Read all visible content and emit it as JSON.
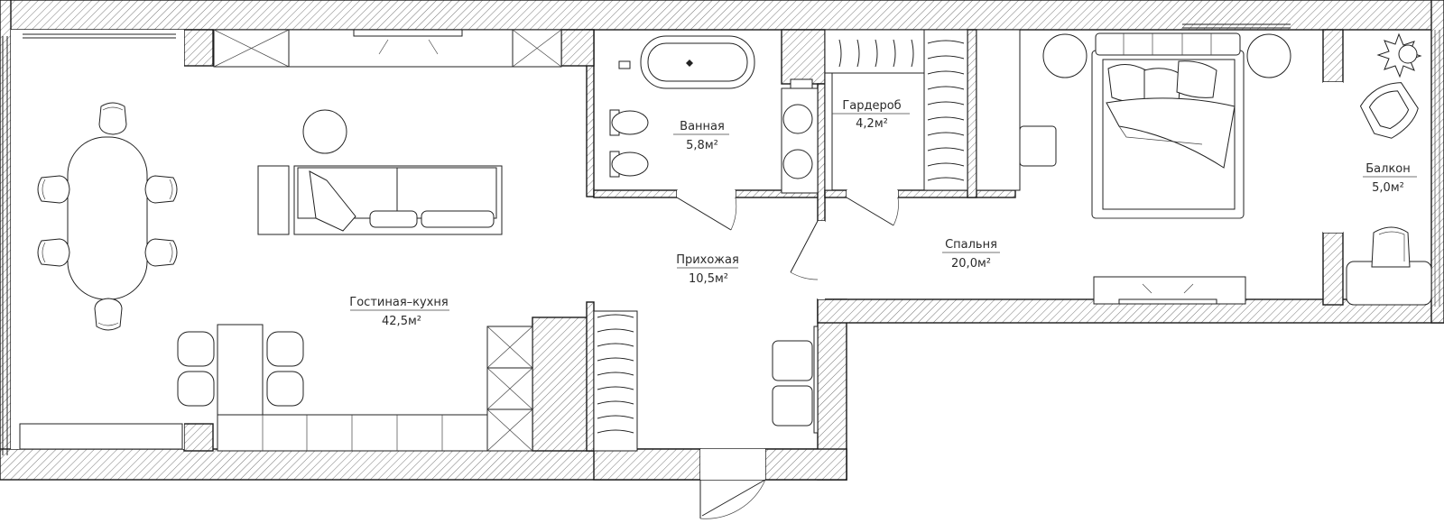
{
  "rooms": {
    "living": {
      "name": "Гостиная–кухня",
      "area": "42,5м²"
    },
    "bath": {
      "name": "Ванная",
      "area": "5,8м²"
    },
    "wardrobe": {
      "name": "Гардероб",
      "area": "4,2м²"
    },
    "hall": {
      "name": "Прихожая",
      "area": "10,5м²"
    },
    "bedroom": {
      "name": "Спальня",
      "area": "20,0м²"
    },
    "balcony": {
      "name": "Балкон",
      "area": "5,0м²"
    }
  },
  "colors": {
    "line": "#222222",
    "hatch": "#555555",
    "background": "#ffffff"
  }
}
